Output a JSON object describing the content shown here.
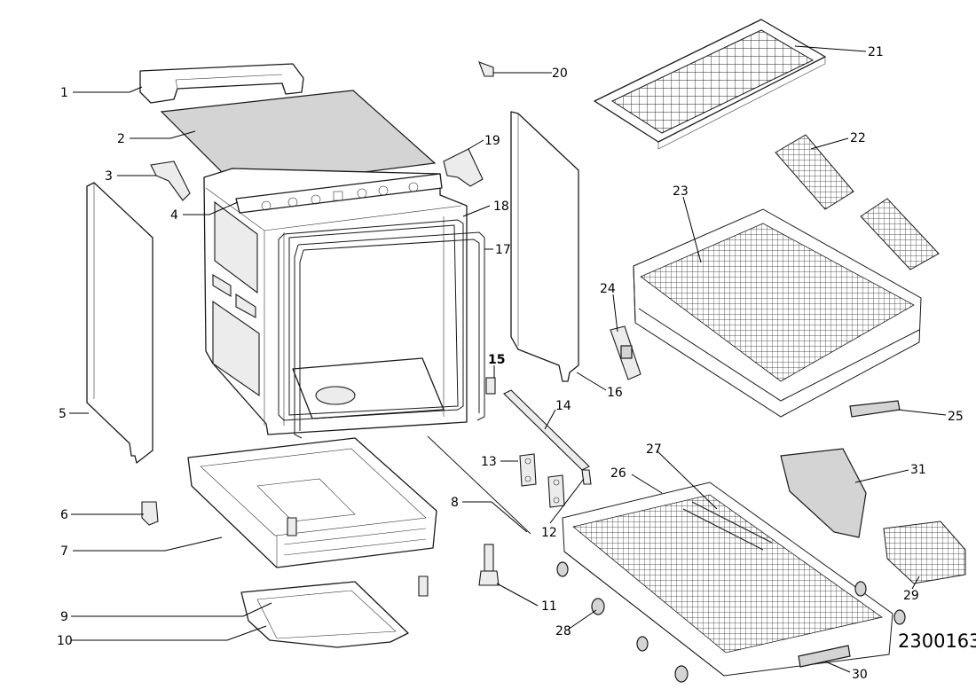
{
  "diagram": {
    "callouts": [
      "1",
      "2",
      "3",
      "4",
      "5",
      "6",
      "7",
      "8",
      "9",
      "10",
      "11",
      "12",
      "13",
      "14",
      "15",
      "16",
      "17",
      "18",
      "19",
      "20",
      "21",
      "22",
      "23",
      "24",
      "25",
      "26",
      "27",
      "28",
      "29",
      "30",
      "31"
    ],
    "drawing_code": "2300163"
  }
}
